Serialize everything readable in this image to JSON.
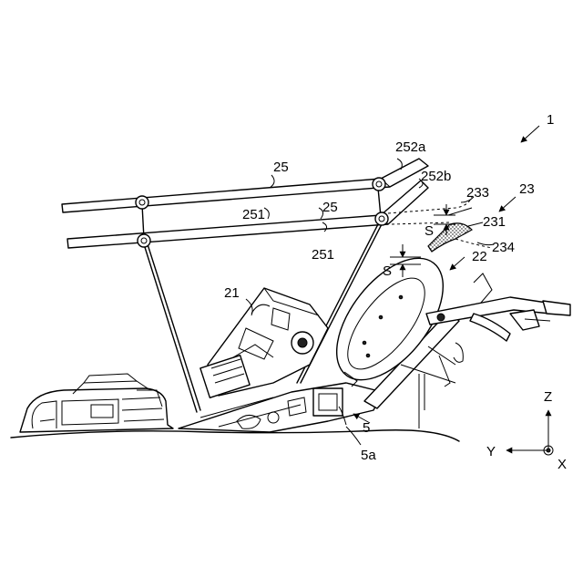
{
  "labels": {
    "device": "1",
    "rail": "25",
    "rail_lower": "25",
    "rail_end_upper": "252a",
    "rail_end_lower": "252b",
    "rail_bar_upper": "251",
    "rail_bar_lower": "251",
    "support": "23",
    "support_upper": "233",
    "support_main": "231",
    "support_lower": "234",
    "dish": "22",
    "gap_upper": "S",
    "gap_lower": "S",
    "body": "21",
    "frame": "5",
    "frame_part": "5a"
  },
  "axes": {
    "z": "Z",
    "y": "Y",
    "x": "X"
  }
}
